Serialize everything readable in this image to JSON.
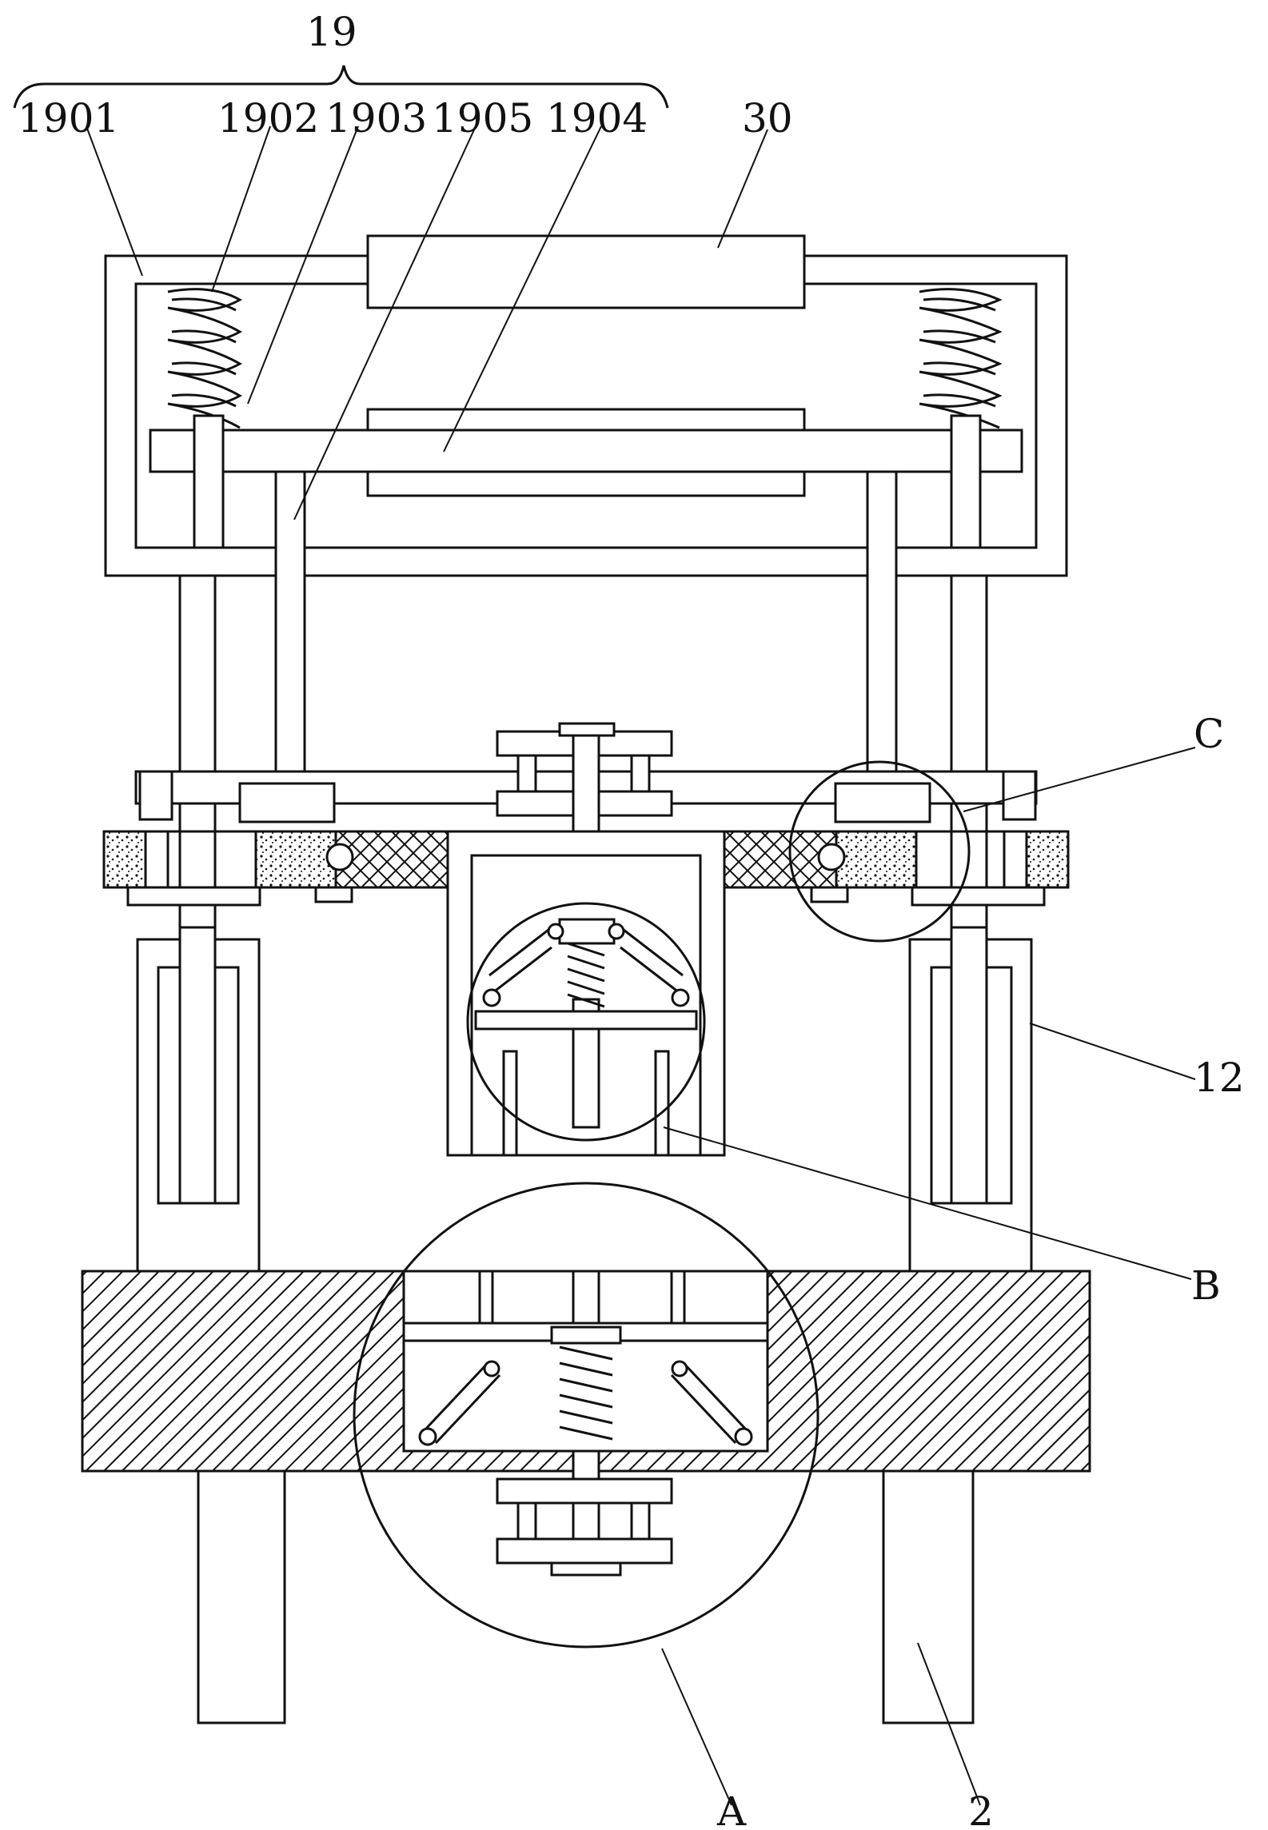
{
  "labels": {
    "group_19": "19",
    "l_1901": "1901",
    "l_1902": "1902",
    "l_1903": "1903",
    "l_1905": "1905",
    "l_1904": "1904",
    "l_30": "30",
    "l_C": "C",
    "l_12": "12",
    "l_B": "B",
    "l_A": "A",
    "l_2": "2"
  }
}
